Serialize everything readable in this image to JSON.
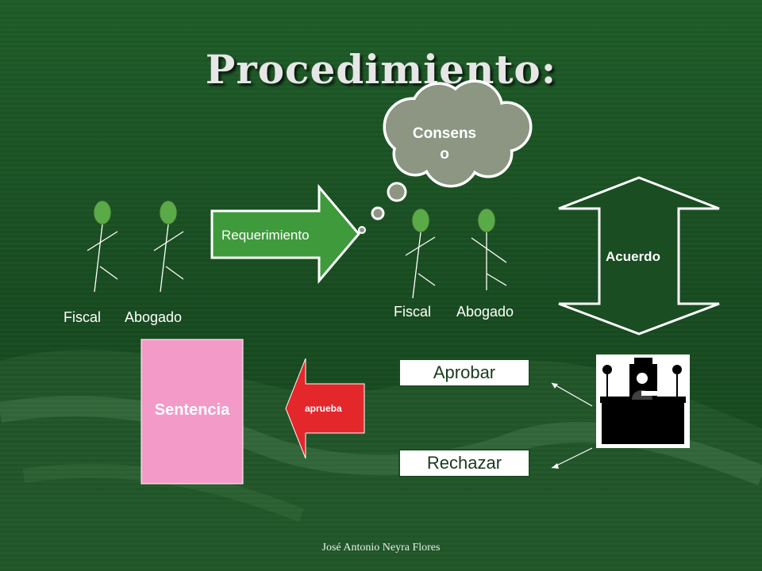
{
  "title": "Procedimiento:",
  "figures": {
    "left": {
      "fiscal_label": "Fiscal",
      "abogado_label": "Abogado"
    },
    "right": {
      "fiscal_label": "Fiscal",
      "abogado_label": "Abogado"
    }
  },
  "requerimiento_label": "Requerimiento",
  "cloud_label_line1": "Consens",
  "cloud_label_line2": "o",
  "acuerdo_label": "Acuerdo",
  "sentencia_label": "Sentencia",
  "aprueba_label": "aprueba",
  "aprobar_label": "Aprobar",
  "rechazar_label": "Rechazar",
  "footer": "José Antonio Neyra Flores",
  "colors": {
    "background": "#1a4d22",
    "stick_head": "#5aaa48",
    "arrow_green": "#3f9a3c",
    "cloud_fill": "#8c9683",
    "sentencia_fill": "#f39ac9",
    "aprueba_arrow": "#e3272b"
  }
}
